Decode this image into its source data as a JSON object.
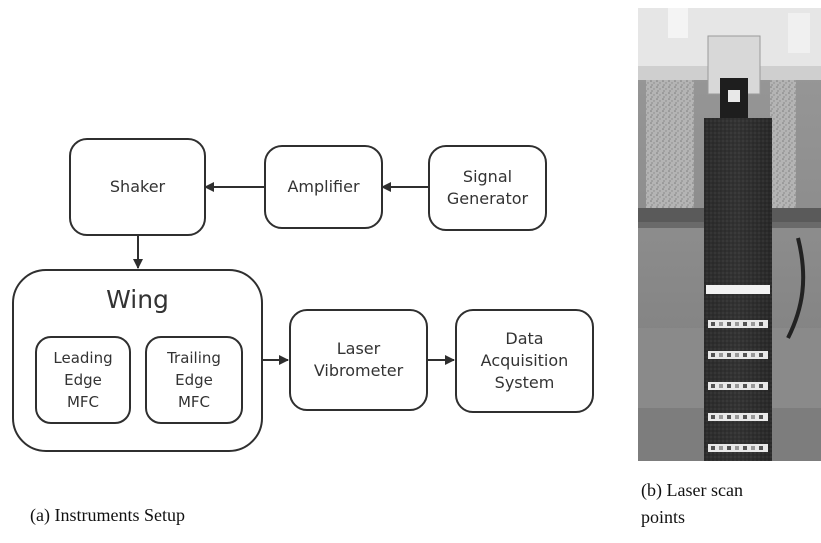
{
  "diagram": {
    "nodes": {
      "shaker": "Shaker",
      "amplifier": "Amplifier",
      "signal_generator": "Signal\nGenerator",
      "wing": "Wing",
      "leading_edge_mfc": "Leading\nEdge\nMFC",
      "trailing_edge_mfc": "Trailing\nEdge\nMFC",
      "laser_vibrometer": "Laser\nVibrometer",
      "data_acquisition": "Data\nAcquisition\nSystem"
    },
    "edges": [
      {
        "from": "Signal Generator",
        "to": "Amplifier"
      },
      {
        "from": "Amplifier",
        "to": "Shaker"
      },
      {
        "from": "Shaker",
        "to": "Wing"
      },
      {
        "from": "Wing",
        "to": "Laser Vibrometer"
      },
      {
        "from": "Laser Vibrometer",
        "to": "Data Acquisition System"
      }
    ]
  },
  "captions": {
    "setup": "(a) Instruments Setup",
    "scan": "(b) Laser scan\npoints"
  },
  "photo": {
    "description_icon": "wing-specimen-photo",
    "scan_point_rows": 5
  },
  "colors": {
    "line": "#2f2f2f",
    "text": "#333333"
  }
}
